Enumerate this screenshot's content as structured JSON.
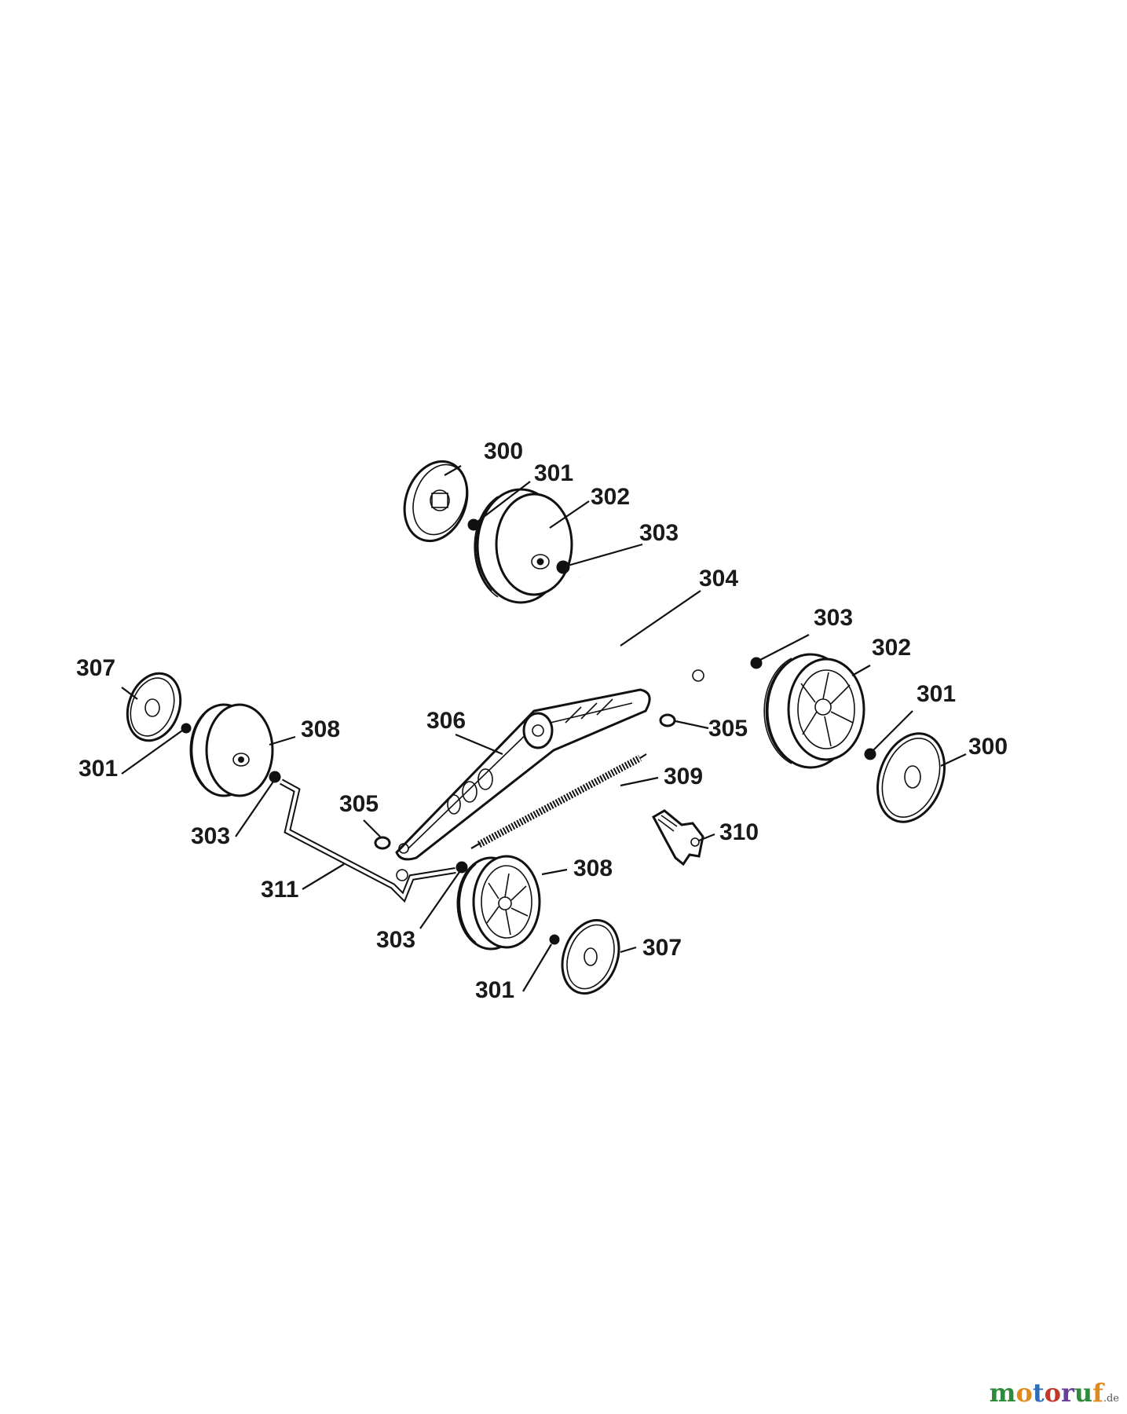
{
  "callouts": [
    {
      "id": "c-300a",
      "text": "300"
    },
    {
      "id": "c-301a",
      "text": "301"
    },
    {
      "id": "c-302a",
      "text": "302"
    },
    {
      "id": "c-303a",
      "text": "303"
    },
    {
      "id": "c-304",
      "text": "304"
    },
    {
      "id": "c-303b",
      "text": "303"
    },
    {
      "id": "c-302b",
      "text": "302"
    },
    {
      "id": "c-301b",
      "text": "301"
    },
    {
      "id": "c-300b",
      "text": "300"
    },
    {
      "id": "c-305a",
      "text": "305"
    },
    {
      "id": "c-306",
      "text": "306"
    },
    {
      "id": "c-307a",
      "text": "307"
    },
    {
      "id": "c-308a",
      "text": "308"
    },
    {
      "id": "c-301c",
      "text": "301"
    },
    {
      "id": "c-303c",
      "text": "303"
    },
    {
      "id": "c-305b",
      "text": "305"
    },
    {
      "id": "c-309",
      "text": "309"
    },
    {
      "id": "c-310",
      "text": "310"
    },
    {
      "id": "c-308b",
      "text": "308"
    },
    {
      "id": "c-311",
      "text": "311"
    },
    {
      "id": "c-303d",
      "text": "303"
    },
    {
      "id": "c-307b",
      "text": "307"
    },
    {
      "id": "c-301d",
      "text": "301"
    }
  ],
  "watermark": {
    "letters": [
      {
        "char": "m",
        "color": "#2e8b3a"
      },
      {
        "char": "o",
        "color": "#e08a1e"
      },
      {
        "char": "t",
        "color": "#2e6fb8"
      },
      {
        "char": "o",
        "color": "#c0392b"
      },
      {
        "char": "r",
        "color": "#6a3d9a"
      },
      {
        "char": "u",
        "color": "#2e8b3a"
      },
      {
        "char": "f",
        "color": "#e08a1e"
      }
    ],
    "suffix": ".de"
  }
}
